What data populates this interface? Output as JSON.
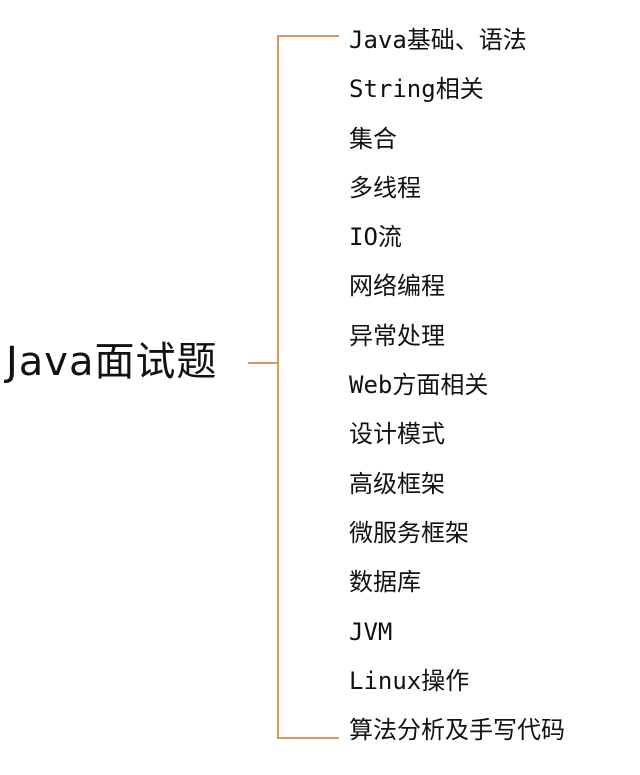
{
  "root": {
    "label": "Java面试题"
  },
  "colors": {
    "connector": "#d79a5c",
    "text": "#111111",
    "background": "#ffffff"
  },
  "items": [
    {
      "label": "Java基础、语法"
    },
    {
      "label": "String相关"
    },
    {
      "label": "集合"
    },
    {
      "label": "多线程"
    },
    {
      "label": "IO流"
    },
    {
      "label": "网络编程"
    },
    {
      "label": "异常处理"
    },
    {
      "label": "Web方面相关"
    },
    {
      "label": "设计模式"
    },
    {
      "label": "高级框架"
    },
    {
      "label": "微服务框架"
    },
    {
      "label": "数据库"
    },
    {
      "label": "JVM"
    },
    {
      "label": "Linux操作"
    },
    {
      "label": "算法分析及手写代码"
    }
  ]
}
